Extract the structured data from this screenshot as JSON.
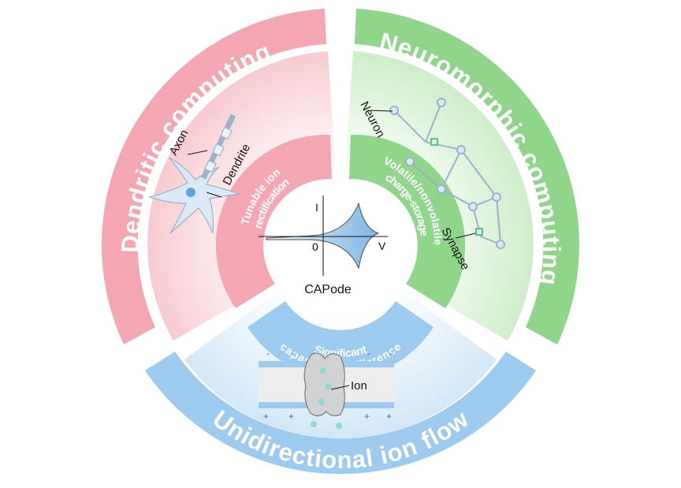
{
  "sectors": {
    "dendritic": {
      "title": "Dendritic computing",
      "inner": [
        "Tunable ion",
        "rectification"
      ],
      "color": "#f4a7b3"
    },
    "neuromorphic": {
      "title": "Neuromorphic computing",
      "inner": [
        "Volatile/nonvolatile",
        "charge-storage"
      ],
      "color": "#8fd58a"
    },
    "unidirectional": {
      "title": "Unidirectional ion flow",
      "inner": [
        "Significant",
        "capacitance difference"
      ],
      "color": "#9ccbef"
    }
  },
  "center": {
    "label": "CAPode",
    "axis_i": "I",
    "axis_v": "V",
    "origin": "0"
  },
  "neuron_labels": {
    "axon": "Axon",
    "dendrite": "Dendrite"
  },
  "network_labels": {
    "neuron": "Neuron",
    "synapse": "Synapse"
  },
  "channel_labels": {
    "ion": "Ion",
    "minus": "-",
    "plus": "+"
  }
}
